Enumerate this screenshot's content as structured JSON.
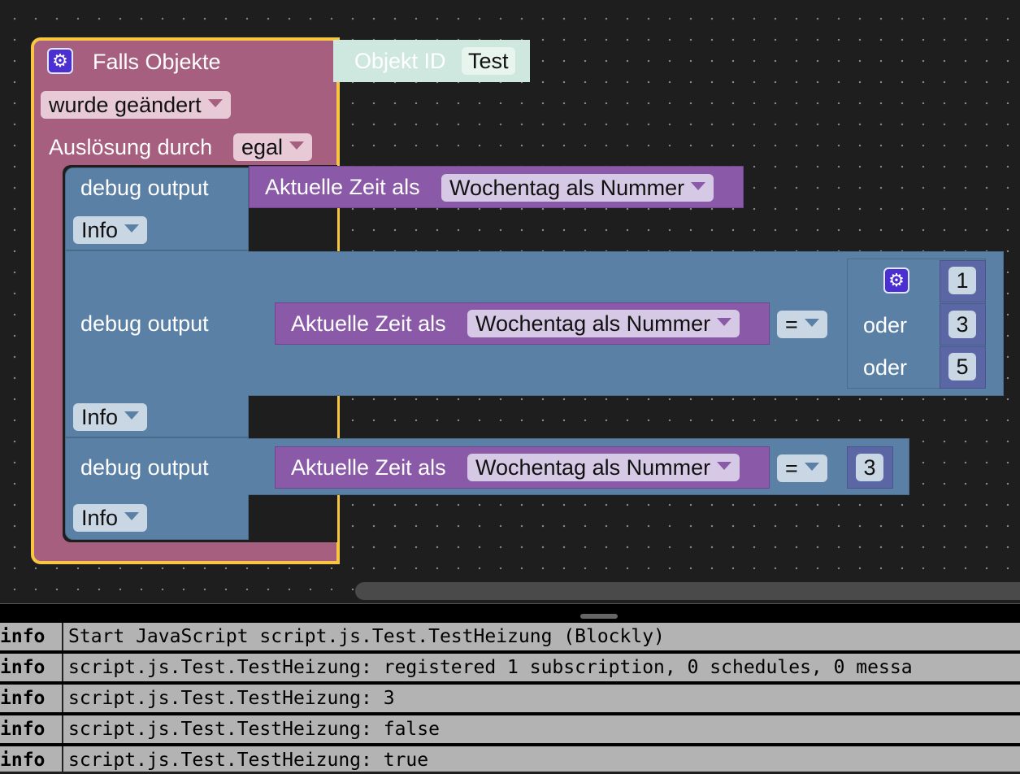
{
  "event_block": {
    "title": "Falls Objekte",
    "settings_icon": "gear-icon",
    "object_id_label": "Objekt ID",
    "object_id_value": "Test",
    "change_dropdown": "wurde geändert",
    "trigger_label": "Auslösung durch",
    "trigger_dropdown": "egal"
  },
  "debug_blocks": [
    {
      "label": "debug output",
      "level": "Info",
      "time_label": "Aktuelle Zeit als",
      "time_format": "Wochentag als Nummer"
    },
    {
      "label": "debug output",
      "level": "Info",
      "time_label": "Aktuelle Zeit als",
      "time_format": "Wochentag als Nummer",
      "operator": "=",
      "or_label": "oder",
      "values": [
        "1",
        "3",
        "5"
      ]
    },
    {
      "label": "debug output",
      "level": "Info",
      "time_label": "Aktuelle Zeit als",
      "time_format": "Wochentag als Nummer",
      "operator": "=",
      "value": "3"
    }
  ],
  "log": [
    {
      "level": "info",
      "message": "Start JavaScript script.js.Test.TestHeizung (Blockly)"
    },
    {
      "level": "info",
      "message": "script.js.Test.TestHeizung: registered 1 subscription, 0 schedules, 0 messa"
    },
    {
      "level": "info",
      "message": "script.js.Test.TestHeizung: 3"
    },
    {
      "level": "info",
      "message": "script.js.Test.TestHeizung: false"
    },
    {
      "level": "info",
      "message": "script.js.Test.TestHeizung: true"
    }
  ],
  "colors": {
    "event_block": "#a65f7e",
    "event_highlight": "#f8c640",
    "debug_block": "#5b80a5",
    "time_block": "#8a5aa8",
    "object_id_block": "#cfe8df"
  }
}
